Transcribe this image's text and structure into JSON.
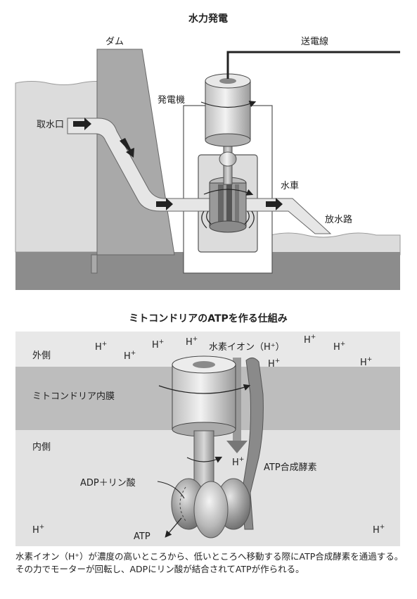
{
  "hydro": {
    "title": "水力発電",
    "dam": "ダム",
    "power_line": "送電線",
    "generator": "発電機",
    "intake": "取水口",
    "turbine": "水車",
    "tailrace": "放水路"
  },
  "mito": {
    "title": "ミトコンドリアのATPを作る仕組み",
    "outside": "外側",
    "membrane": "ミトコンドリア内膜",
    "inside": "内側",
    "h_ion": "水素イオン（H⁺）",
    "h": "H",
    "plus": "+",
    "adp": "ADP＋リン酸",
    "atp": "ATP",
    "synthase": "ATP合成酵素"
  },
  "caption": "水素イオン（H⁺）が濃度の高いところから、低いところへ移動する際にATP合成酵素を通過する。その力でモーターが回転し、ADPにリン酸が結合されてATPが作られる。"
}
